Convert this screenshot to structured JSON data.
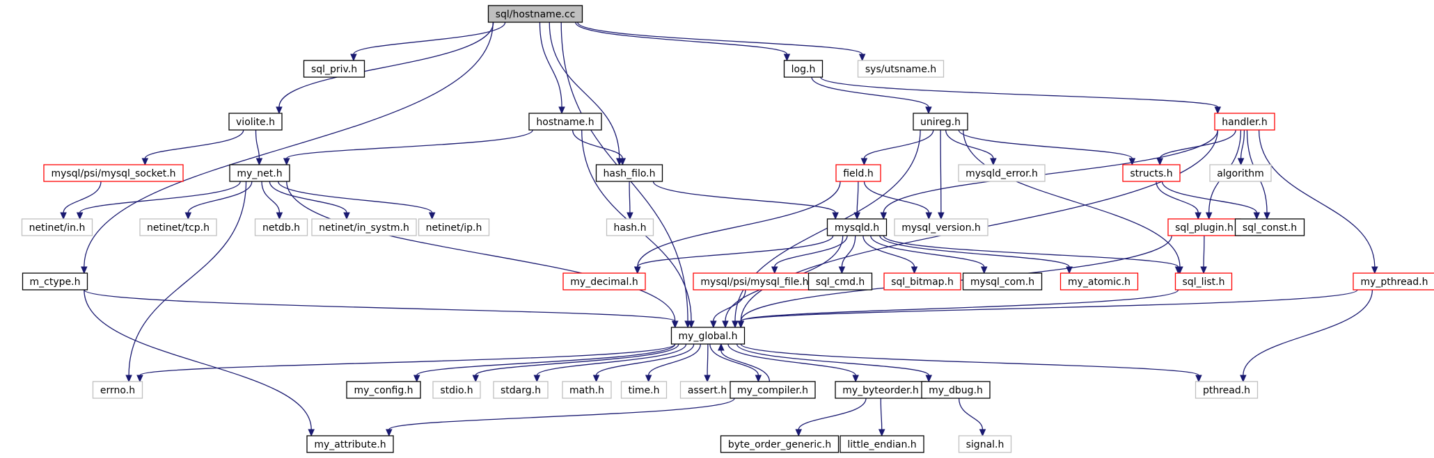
{
  "colors": {
    "edge": "#191970",
    "border_default": "#000000",
    "border_red": "#ff0000",
    "border_gray": "#bfbfbf",
    "root_fill": "#bfbfbf"
  },
  "nodes": {
    "root": {
      "label": "sql/hostname.cc",
      "style": "root"
    },
    "sql_priv": {
      "label": "sql_priv.h",
      "style": "black"
    },
    "log": {
      "label": "log.h",
      "style": "black"
    },
    "utsname": {
      "label": "sys/utsname.h",
      "style": "gray"
    },
    "violite": {
      "label": "violite.h",
      "style": "black"
    },
    "hostname": {
      "label": "hostname.h",
      "style": "black"
    },
    "unireg": {
      "label": "unireg.h",
      "style": "black"
    },
    "handler": {
      "label": "handler.h",
      "style": "red"
    },
    "socket": {
      "label": "mysql/psi/mysql_socket.h",
      "style": "red"
    },
    "my_net": {
      "label": "my_net.h",
      "style": "black"
    },
    "hash_filo": {
      "label": "hash_filo.h",
      "style": "black"
    },
    "field": {
      "label": "field.h",
      "style": "red"
    },
    "mysqld_error": {
      "label": "mysqld_error.h",
      "style": "gray"
    },
    "structs": {
      "label": "structs.h",
      "style": "red"
    },
    "algorithm": {
      "label": "algorithm",
      "style": "gray"
    },
    "netinet_in": {
      "label": "netinet/in.h",
      "style": "gray"
    },
    "netinet_tcp": {
      "label": "netinet/tcp.h",
      "style": "gray"
    },
    "netdb": {
      "label": "netdb.h",
      "style": "gray"
    },
    "in_systm": {
      "label": "netinet/in_systm.h",
      "style": "gray"
    },
    "netinet_ip": {
      "label": "netinet/ip.h",
      "style": "gray"
    },
    "hash": {
      "label": "hash.h",
      "style": "gray"
    },
    "mysqld": {
      "label": "mysqld.h",
      "style": "black"
    },
    "mysql_version": {
      "label": "mysql_version.h",
      "style": "gray"
    },
    "sql_plugin": {
      "label": "sql_plugin.h",
      "style": "red"
    },
    "sql_const": {
      "label": "sql_const.h",
      "style": "black"
    },
    "m_ctype": {
      "label": "m_ctype.h",
      "style": "black"
    },
    "my_decimal": {
      "label": "my_decimal.h",
      "style": "red"
    },
    "mysql_file": {
      "label": "mysql/psi/mysql_file.h",
      "style": "red"
    },
    "sql_cmd": {
      "label": "sql_cmd.h",
      "style": "black"
    },
    "sql_bitmap": {
      "label": "sql_bitmap.h",
      "style": "red"
    },
    "mysql_com": {
      "label": "mysql_com.h",
      "style": "black"
    },
    "my_atomic": {
      "label": "my_atomic.h",
      "style": "red"
    },
    "sql_list": {
      "label": "sql_list.h",
      "style": "red"
    },
    "my_pthread": {
      "label": "my_pthread.h",
      "style": "red"
    },
    "my_global": {
      "label": "my_global.h",
      "style": "black"
    },
    "errno": {
      "label": "errno.h",
      "style": "gray"
    },
    "my_config": {
      "label": "my_config.h",
      "style": "black"
    },
    "stdio": {
      "label": "stdio.h",
      "style": "gray"
    },
    "stdarg": {
      "label": "stdarg.h",
      "style": "gray"
    },
    "math": {
      "label": "math.h",
      "style": "gray"
    },
    "time": {
      "label": "time.h",
      "style": "gray"
    },
    "assert": {
      "label": "assert.h",
      "style": "gray"
    },
    "my_compiler": {
      "label": "my_compiler.h",
      "style": "black"
    },
    "my_byteorder": {
      "label": "my_byteorder.h",
      "style": "black"
    },
    "my_dbug": {
      "label": "my_dbug.h",
      "style": "black"
    },
    "pthread": {
      "label": "pthread.h",
      "style": "gray"
    },
    "my_attribute": {
      "label": "my_attribute.h",
      "style": "black"
    },
    "byte_order_generic": {
      "label": "byte_order_generic.h",
      "style": "black"
    },
    "little_endian": {
      "label": "little_endian.h",
      "style": "black"
    },
    "signal": {
      "label": "signal.h",
      "style": "gray"
    }
  },
  "edges": [
    [
      "root",
      "sql_priv"
    ],
    [
      "root",
      "log"
    ],
    [
      "root",
      "utsname"
    ],
    [
      "root",
      "violite"
    ],
    [
      "root",
      "hostname"
    ],
    [
      "root",
      "hash_filo"
    ],
    [
      "root",
      "m_ctype"
    ],
    [
      "root",
      "my_global"
    ],
    [
      "log",
      "unireg"
    ],
    [
      "log",
      "handler"
    ],
    [
      "violite",
      "socket"
    ],
    [
      "violite",
      "my_net"
    ],
    [
      "hostname",
      "my_net"
    ],
    [
      "hostname",
      "hash_filo"
    ],
    [
      "hostname",
      "my_global"
    ],
    [
      "socket",
      "netinet_in"
    ],
    [
      "my_net",
      "netinet_in"
    ],
    [
      "my_net",
      "netinet_tcp"
    ],
    [
      "my_net",
      "netdb"
    ],
    [
      "my_net",
      "in_systm"
    ],
    [
      "my_net",
      "netinet_ip"
    ],
    [
      "my_net",
      "errno"
    ],
    [
      "my_net",
      "my_global"
    ],
    [
      "hash_filo",
      "hash"
    ],
    [
      "hash_filo",
      "mysqld"
    ],
    [
      "unireg",
      "field"
    ],
    [
      "unireg",
      "mysqld_error"
    ],
    [
      "unireg",
      "mysql_version"
    ],
    [
      "unireg",
      "structs"
    ],
    [
      "unireg",
      "sql_list"
    ],
    [
      "unireg",
      "my_global"
    ],
    [
      "handler",
      "mysqld"
    ],
    [
      "handler",
      "structs"
    ],
    [
      "handler",
      "algorithm"
    ],
    [
      "handler",
      "sql_plugin"
    ],
    [
      "handler",
      "sql_const"
    ],
    [
      "handler",
      "my_pthread"
    ],
    [
      "handler",
      "my_global"
    ],
    [
      "field",
      "mysqld"
    ],
    [
      "field",
      "mysql_version"
    ],
    [
      "field",
      "my_decimal"
    ],
    [
      "structs",
      "sql_plugin"
    ],
    [
      "structs",
      "sql_const"
    ],
    [
      "sql_plugin",
      "sql_list"
    ],
    [
      "sql_plugin",
      "my_global"
    ],
    [
      "mysqld",
      "my_decimal"
    ],
    [
      "mysqld",
      "mysql_file"
    ],
    [
      "mysqld",
      "sql_cmd"
    ],
    [
      "mysqld",
      "sql_bitmap"
    ],
    [
      "mysqld",
      "mysql_com"
    ],
    [
      "mysqld",
      "my_atomic"
    ],
    [
      "mysqld",
      "sql_list"
    ],
    [
      "mysqld",
      "my_global"
    ],
    [
      "mysql_file",
      "my_global"
    ],
    [
      "sql_list",
      "my_global"
    ],
    [
      "my_pthread",
      "my_global"
    ],
    [
      "my_pthread",
      "pthread"
    ],
    [
      "m_ctype",
      "my_global"
    ],
    [
      "m_ctype",
      "my_attribute"
    ],
    [
      "my_global",
      "errno"
    ],
    [
      "my_global",
      "my_config"
    ],
    [
      "my_global",
      "stdio"
    ],
    [
      "my_global",
      "stdarg"
    ],
    [
      "my_global",
      "math"
    ],
    [
      "my_global",
      "time"
    ],
    [
      "my_global",
      "assert"
    ],
    [
      "my_global",
      "my_compiler"
    ],
    [
      "my_global",
      "my_byteorder"
    ],
    [
      "my_global",
      "my_dbug"
    ],
    [
      "my_global",
      "pthread"
    ],
    [
      "my_compiler",
      "my_global"
    ],
    [
      "my_compiler",
      "my_attribute"
    ],
    [
      "my_byteorder",
      "byte_order_generic"
    ],
    [
      "my_byteorder",
      "little_endian"
    ],
    [
      "my_dbug",
      "signal"
    ]
  ]
}
